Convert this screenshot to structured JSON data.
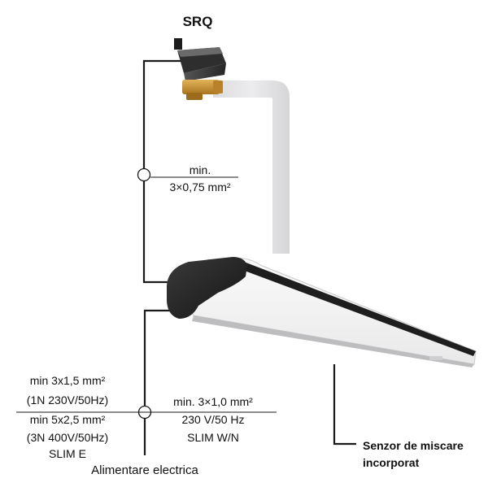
{
  "valve_label": "SRQ",
  "valve_cable": {
    "line1": "min.",
    "line2": "3×0,75 mm²"
  },
  "power_left": {
    "line1": "min 3x1,5 mm²",
    "line2": "(1N 230V/50Hz)",
    "line3": "min 5x2,5 mm²",
    "line4": "(3N 400V/50Hz)",
    "line5": "SLIM E"
  },
  "power_right": {
    "line1": "min. 3×1,0 mm²",
    "line2": "230 V/50 Hz",
    "line3": "SLIM W/N"
  },
  "supply_label": "Alimentare electrica",
  "sensor_label": {
    "line1": "Senzor de miscare",
    "line2": "incorporat"
  },
  "colors": {
    "wire": "#1a1a1a",
    "pipe": "#e4e4e6",
    "unit_body": "#f7f7f7",
    "unit_dark": "#2a2a2a",
    "valve_body": "#3c3c3c",
    "valve_brass": "#c8922e"
  }
}
